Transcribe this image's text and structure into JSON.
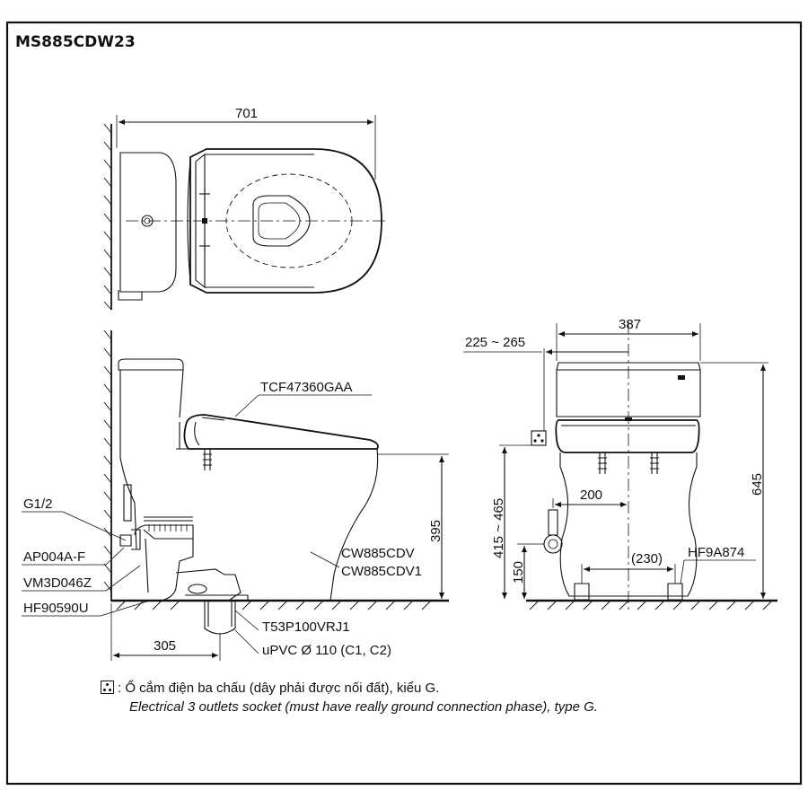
{
  "title": "MS885CDW23",
  "dimensions": {
    "total_length": "701",
    "wall_to_drain": "305",
    "seat_height": "395",
    "width": "387",
    "supply_offset": "225 ~ 265",
    "total_height": "645",
    "socket_height": "415 ~ 465",
    "supply_side": "200",
    "supply_height": "150",
    "bolt_spacing": "(230)"
  },
  "labels": {
    "seat": "TCF47360GAA",
    "valve_thread": "G1/2",
    "angle_valve": "AP004A-F",
    "flush_valve": "VM3D046Z",
    "flange": "HF90590U",
    "body_1": "CW885CDV",
    "body_2": "CW885CDV1",
    "pipe_part": "T53P100VRJ1",
    "pipe": "uPVC Ø 110 (C1, C2)",
    "anchor": "HF9A874"
  },
  "note": {
    "line_vi": ": Ổ cắm điện ba chấu (dây phải được nối đất), kiểu G.",
    "line_en": "Electrical 3 outlets socket (must have really ground connection phase), type G."
  },
  "icons": [
    "socket-icon"
  ]
}
